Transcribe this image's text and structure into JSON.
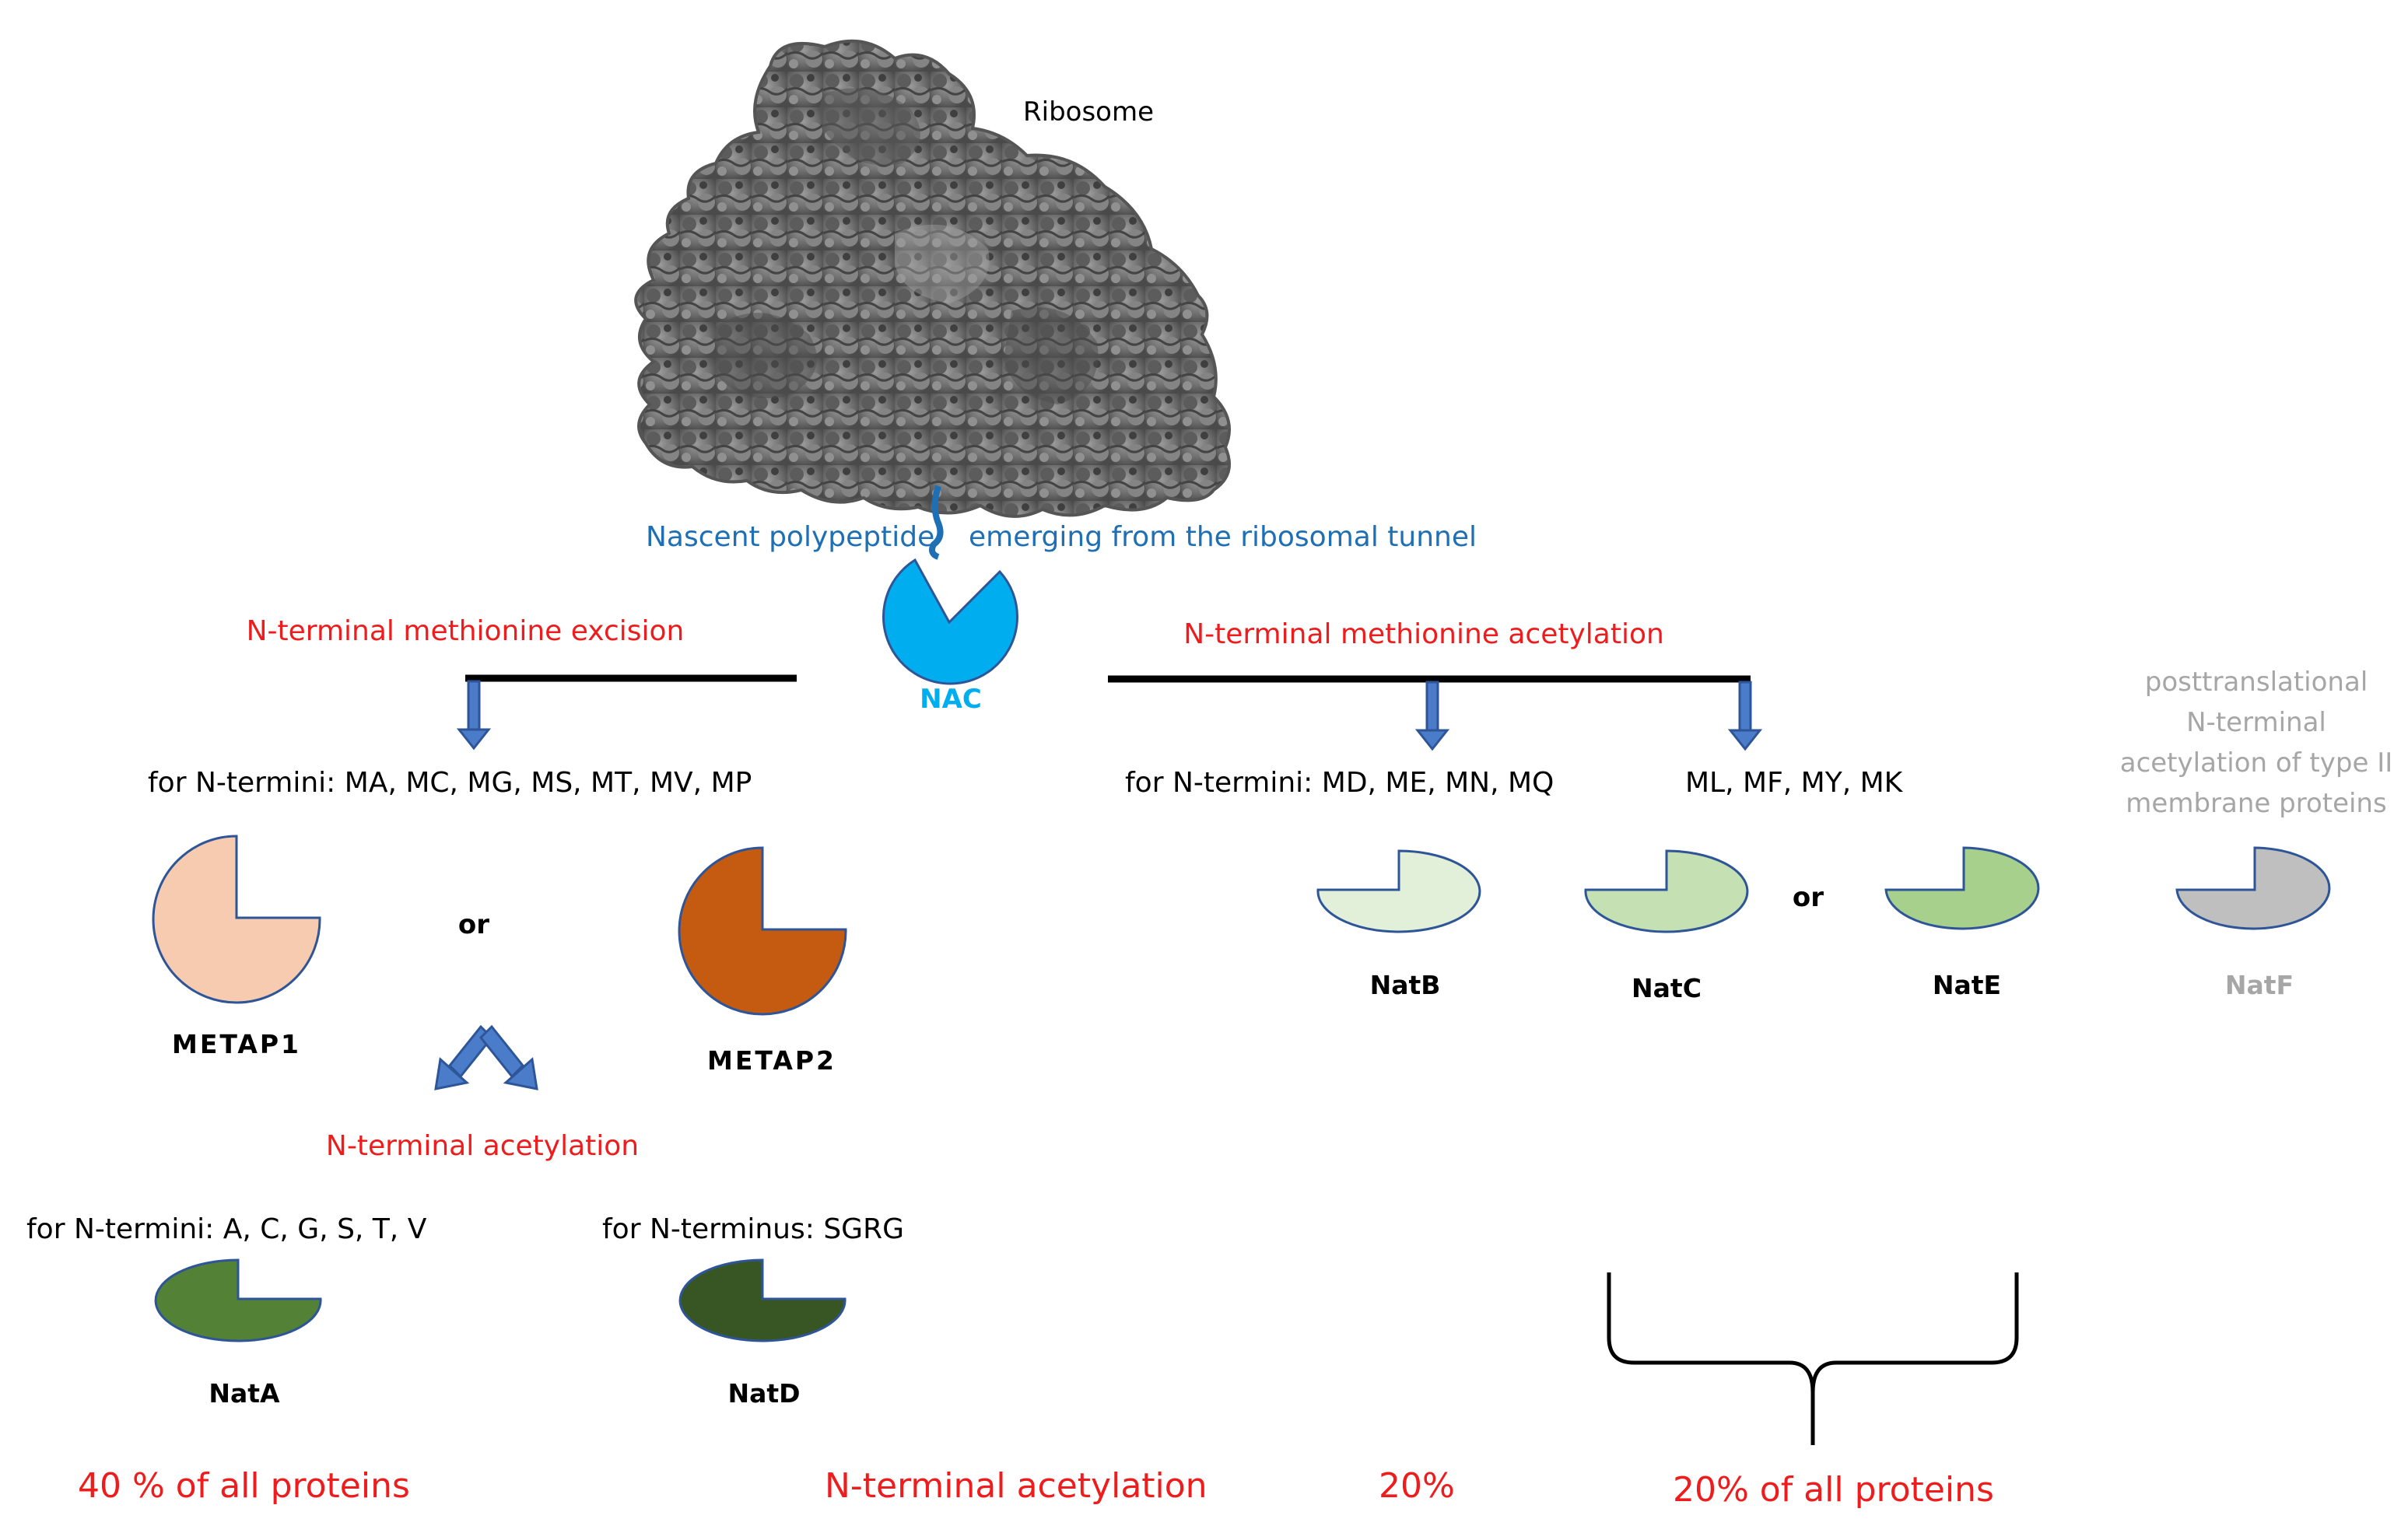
{
  "ribosome": {
    "label": "Ribosome"
  },
  "nascent": {
    "text": "Nascent polypeptide",
    "text2": "emerging from the ribosomal tunnel"
  },
  "nac": {
    "label": "NAC"
  },
  "left_branch": {
    "title": "N-terminal methionine excision",
    "termini": "for N-termini: MA, MC, MG, MS, MT, MV, MP",
    "metap1": "METAP1",
    "metap2": "METAP2",
    "or": "or",
    "acetylation": "N-terminal acetylation"
  },
  "right_branch": {
    "title": "N-terminal methionine acetylation",
    "termini_b": "for N-termini: MD, ME, MN, MQ",
    "termini_ce": "ML, MF, MY, MK",
    "natb": "NatB",
    "natc": "NatC",
    "nate": "NatE",
    "or": "or"
  },
  "natf_block": {
    "lines": [
      "posttranslational",
      "N-terminal",
      "acetylation of type II",
      "membrane proteins"
    ],
    "label": "NatF"
  },
  "bottom": {
    "nata_termini": "for N-termini: A, C, G, S, T, V",
    "natd_termini": "for N-terminus: SGRG",
    "nata": "NatA",
    "natd": "NatD",
    "pct_left": "40 % of all proteins",
    "pct_mid_label": "N-terminal acetylation",
    "pct_mid": "20%",
    "pct_right": "20% of all proteins"
  },
  "colors": {
    "red": "#ee1c1c",
    "blue_text": "#1f6fb5",
    "nac": "#00aeef",
    "metap1": "#f7cbb0",
    "metap2": "#c55a11",
    "natb": "#e2efd9",
    "natc": "#c5e0b3",
    "nate": "#a8d08d",
    "natf": "#bfbfbf",
    "nata": "#538135",
    "natd": "#375623",
    "arrow": "#2e5597",
    "gray_text": "#a6a6a6"
  }
}
